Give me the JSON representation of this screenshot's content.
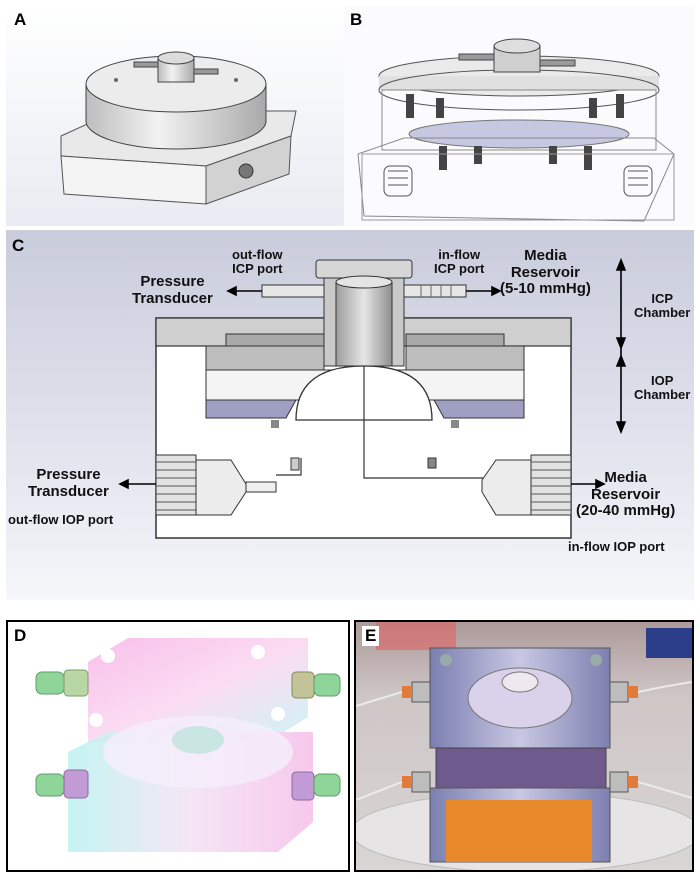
{
  "panels": {
    "a": {
      "label": "A"
    },
    "b": {
      "label": "B"
    },
    "c": {
      "label": "C"
    },
    "d": {
      "label": "D"
    },
    "e": {
      "label": "E"
    }
  },
  "annotations": {
    "outflow_icp": {
      "line1": "out-flow",
      "line2": "ICP port"
    },
    "inflow_icp": {
      "line1": "in-flow",
      "line2": "ICP port"
    },
    "pressure_transducer_top": {
      "line1": "Pressure",
      "line2": "Transducer"
    },
    "media_reservoir_top": {
      "line1": "Media",
      "line2": "Reservoir",
      "line3": "(5-10 mmHg)"
    },
    "icp_chamber": {
      "line1": "ICP",
      "line2": "Chamber"
    },
    "iop_chamber": {
      "line1": "IOP",
      "line2": "Chamber"
    },
    "pressure_transducer_bottom": {
      "line1": "Pressure",
      "line2": "Transducer"
    },
    "outflow_iop": "out-flow IOP port",
    "media_reservoir_bottom": {
      "line1": "Media",
      "line2": "Reservoir",
      "line3": "(20-40 mmHg)"
    },
    "inflow_iop": "in-flow IOP port"
  },
  "colors": {
    "cad_background": "#d4d7e3",
    "gray_part": "#c8c8c8",
    "membrane": "#9e9fc2",
    "photo_orange": "#e8892c"
  }
}
